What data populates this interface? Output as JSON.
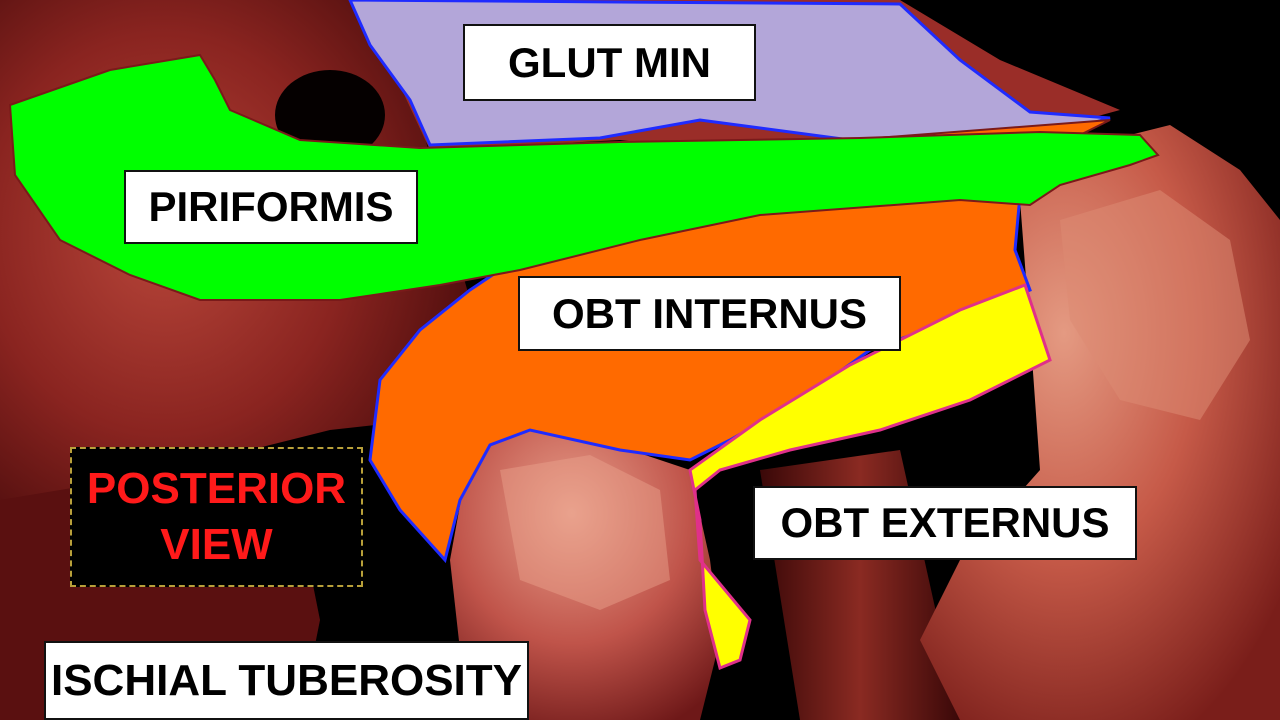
{
  "labels": {
    "glut_min": "GLUT MIN",
    "piriformis": "PIRIFORMIS",
    "obt_internus": "OBT INTERNUS",
    "obt_externus": "OBT EXTERNUS",
    "ischial_tuberosity": "ISCHIAL TUBEROSITY"
  },
  "view_caption": {
    "line1": "POSTERIOR",
    "line2": "VIEW"
  },
  "colors": {
    "glut_min": "#b3a6d9",
    "piriformis": "#00ff00",
    "obt_internus": "#ff6a00",
    "obt_externus": "#ffff00",
    "outline_blue": "#1f2bff",
    "outline_pink": "#e0308a",
    "caption_red": "#ff1a1a",
    "tissue_dark": "#5e1212",
    "tissue_mid": "#a8302a",
    "tissue_light": "#d9755f"
  }
}
